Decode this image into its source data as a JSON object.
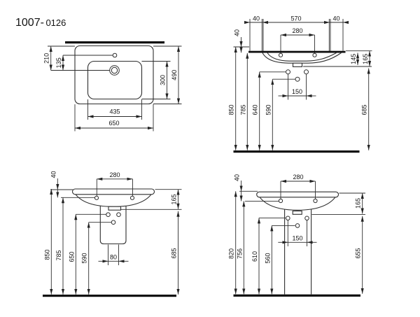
{
  "title": {
    "model_prefix": "1007-",
    "model_suffix": "0126"
  },
  "drawing_colors": {
    "line": "#2e2e2e",
    "bold_bar": "#0f0f0f",
    "background": "#ffffff"
  },
  "views": {
    "plan": {
      "dims": {
        "front_edge_to_tap": "210",
        "overflow_to_tap": "135",
        "bowl_depth": "300",
        "overall_depth": "490",
        "bowl_width": "435",
        "overall_width": "650"
      }
    },
    "front": {
      "dims": {
        "left_margin": "40",
        "fixing_centres": "570",
        "right_margin": "40",
        "taphole_centres": "280",
        "rim_offset": "40",
        "apron_depth": "145",
        "total_depth": "165",
        "rim_height": "850",
        "underside_height": "785",
        "bracket_height": "640",
        "outlet_height": "590",
        "fixing_span": "150",
        "clearance_height": "685"
      }
    },
    "side_half": {
      "dims": {
        "rim_offset": "40",
        "taphole_centres": "280",
        "total_depth": "165",
        "rim_height": "850",
        "underside_height": "785",
        "bracket_height": "650",
        "outlet_height": "590",
        "shroud_width": "80",
        "clearance_height": "685"
      }
    },
    "side_full": {
      "dims": {
        "rim_offset": "40",
        "taphole_centres": "280",
        "total_depth": "165",
        "rim_height": "820",
        "underside_height": "756",
        "bracket_height": "610",
        "outlet_height": "560",
        "fixing_span": "150",
        "clearance_height": "655"
      }
    }
  }
}
